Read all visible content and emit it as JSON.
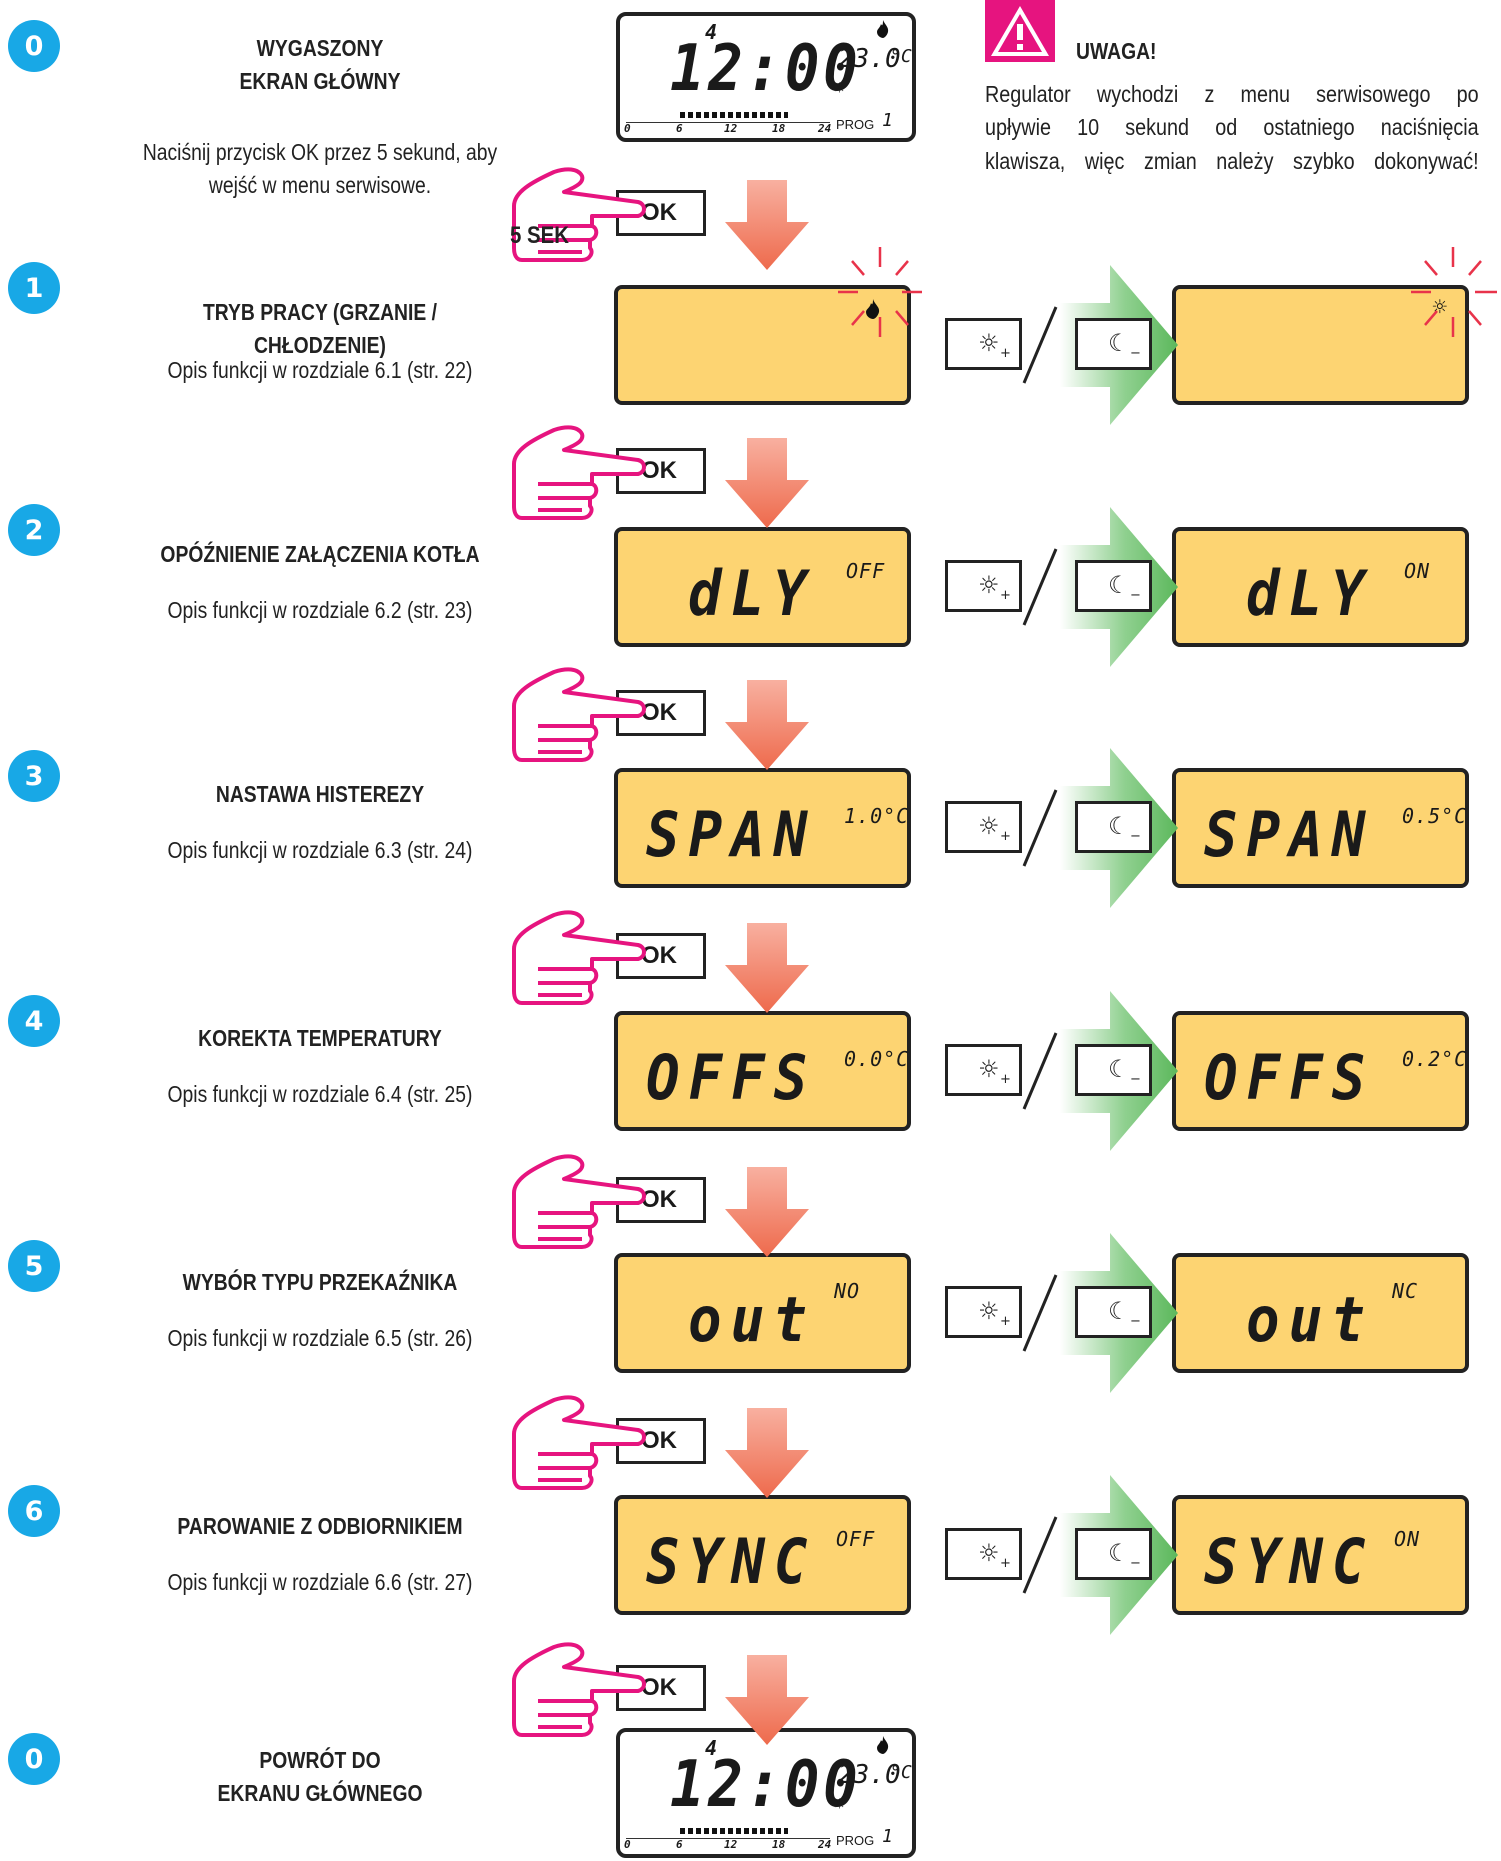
{
  "warning": {
    "title": "UWAGA!",
    "lines": [
      "Regulator wychodzi z menu serwisowego po",
      "upływie 10 sekund od ostatniego naciśnięcia",
      "klawisza, więc zmian należy szybko dokonywać!"
    ]
  },
  "main_screen": {
    "time": "12:00",
    "temperature": "23.0",
    "unit": "°C",
    "day": "4",
    "prog_label": "PROG",
    "prog_number": "1",
    "timeline_ticks": [
      "0",
      "6",
      "12",
      "18",
      "24"
    ]
  },
  "ok_label": "OK",
  "hold_label": "5 SEK",
  "steps": [
    {
      "number": "0",
      "title_lines": [
        "WYGASZONY",
        "EKRAN GŁÓWNY"
      ],
      "desc_lines": [
        "Naciśnij przycisk OK przez 5 sekund, aby",
        "wejść w menu serwisowe."
      ]
    },
    {
      "number": "1",
      "title_lines": [
        "TRYB PRACY (GRZANIE / CHŁODZENIE)"
      ],
      "desc_lines": [
        "Opis funkcji w rozdziale 6.1 (str. 22)"
      ],
      "left_display": "",
      "left_sup": "",
      "right_display": "",
      "right_sup": ""
    },
    {
      "number": "2",
      "title_lines": [
        "OPÓŹNIENIE ZAŁĄCZENIA KOTŁA"
      ],
      "desc_lines": [
        "Opis funkcji w rozdziale 6.2 (str. 23)"
      ],
      "left_display": "dLY",
      "left_sup": "OFF",
      "right_display": "dLY",
      "right_sup": "ON"
    },
    {
      "number": "3",
      "title_lines": [
        "NASTAWA HISTEREZY"
      ],
      "desc_lines": [
        "Opis funkcji w rozdziale 6.3 (str. 24)"
      ],
      "left_display": "SPAN",
      "left_sup": "1.0°C",
      "right_display": "SPAN",
      "right_sup": "0.5°C"
    },
    {
      "number": "4",
      "title_lines": [
        "KOREKTA TEMPERATURY"
      ],
      "desc_lines": [
        "Opis funkcji w rozdziale 6.4 (str. 25)"
      ],
      "left_display": "OFFS",
      "left_sup": "0.0°C",
      "right_display": "OFFS",
      "right_sup": "0.2°C"
    },
    {
      "number": "5",
      "title_lines": [
        "WYBÓR TYPU PRZEKAŹNIKA"
      ],
      "desc_lines": [
        "Opis funkcji w rozdziale 6.5 (str. 26)"
      ],
      "left_display": "out",
      "left_sup": "NO",
      "right_display": "out",
      "right_sup": "NC"
    },
    {
      "number": "6",
      "title_lines": [
        "PAROWANIE Z ODBIORNIKIEM"
      ],
      "desc_lines": [
        "Opis funkcji w rozdziale 6.6 (str. 27)"
      ],
      "left_display": "SYNC",
      "left_sup": "OFF",
      "right_display": "SYNC",
      "right_sup": "ON"
    },
    {
      "number": "0",
      "title_lines": [
        "POWRÓT DO",
        "EKRANU GŁÓWNEGO"
      ],
      "desc_lines": []
    }
  ],
  "buttons": {
    "plus_icon": "sun-plus-icon",
    "minus_icon": "moon-minus-icon",
    "plus_sub": "+",
    "minus_sub": "−"
  },
  "colors": {
    "step_circle": "#18a8e6",
    "lcd_background": "#fdd472",
    "down_arrow": "#f07050",
    "right_arrow": "#6cc06c",
    "hand_outline": "#e6147f",
    "warning_triangle": "#e6147f"
  }
}
